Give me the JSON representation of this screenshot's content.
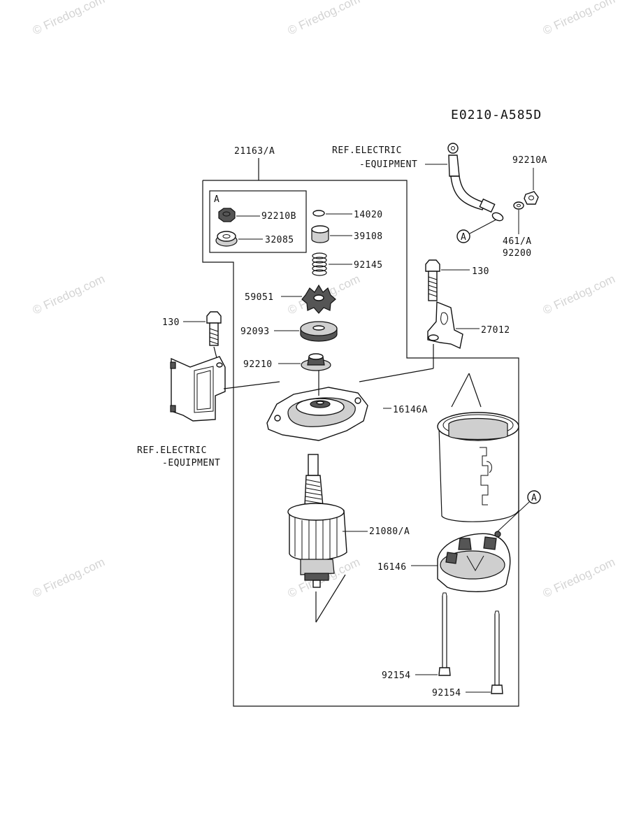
{
  "diagram": {
    "code": "E0210-A585D",
    "watermark": "© Firedog.com",
    "callout": "A",
    "labels": {
      "kit": "21163/A",
      "ref_top_1": "REF.ELECTRIC",
      "ref_top_2": "-EQUIPMENT",
      "nut_right": "92210A",
      "washer_pair_1": "461/A",
      "washer_pair_2": "92200",
      "nut_kit": "92210B",
      "washer_kit": "32085",
      "ring": "14020",
      "collar": "39108",
      "spring": "92145",
      "pinion": "59051",
      "washer_big": "92093",
      "nut_mid": "92210",
      "bolt_right": "130",
      "bracket": "27012",
      "bolt_left": "130",
      "end_cover": "16146A",
      "ref_left_1": "REF.ELECTRIC",
      "ref_left_2": "-EQUIPMENT",
      "armature": "21080/A",
      "brush_holder": "16146",
      "through_bolt_1": "92154",
      "through_bolt_2": "92154"
    }
  }
}
